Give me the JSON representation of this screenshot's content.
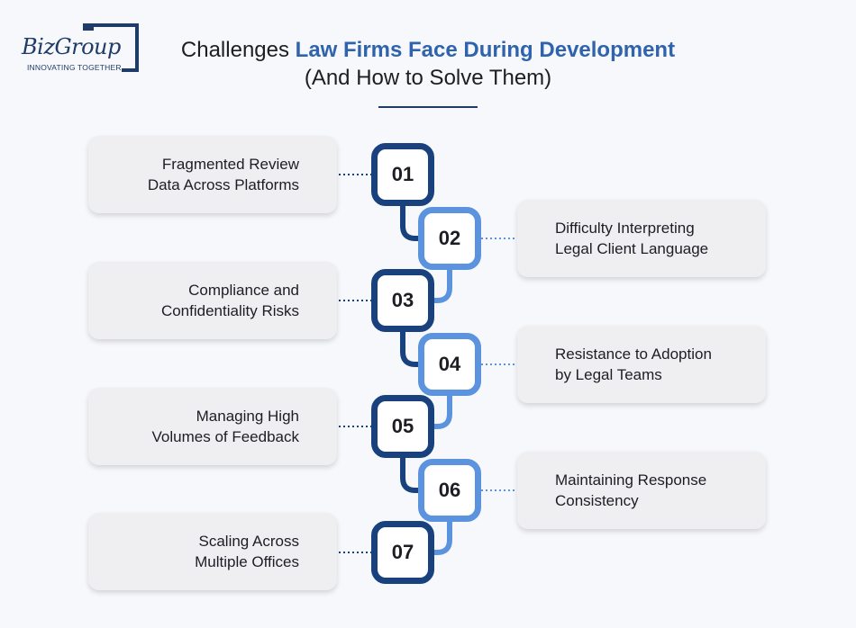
{
  "logo": {
    "name": "BizGroup",
    "tagline": "INNOVATING TOGETHER"
  },
  "title": {
    "part1": "Challenges ",
    "accent": "Law Firms Face During Development",
    "line2": "(And How to Solve Them)"
  },
  "colors": {
    "dark_blue": "#18417e",
    "light_blue": "#5b93df",
    "title_accent": "#2f63ad",
    "card_bg": "#efeff2"
  },
  "steps": [
    {
      "number": "01",
      "side": "left",
      "lines": [
        "Fragmented Review",
        "Data Across Platforms"
      ]
    },
    {
      "number": "02",
      "side": "right",
      "lines": [
        "Difficulty Interpreting",
        "Legal Client Language"
      ]
    },
    {
      "number": "03",
      "side": "left",
      "lines": [
        "Compliance and",
        "Confidentiality Risks"
      ]
    },
    {
      "number": "04",
      "side": "right",
      "lines": [
        "Resistance to Adoption",
        "by Legal Teams"
      ]
    },
    {
      "number": "05",
      "side": "left",
      "lines": [
        "Managing High",
        "Volumes of Feedback"
      ]
    },
    {
      "number": "06",
      "side": "right",
      "lines": [
        "Maintaining Response",
        "Consistency"
      ]
    },
    {
      "number": "07",
      "side": "left",
      "lines": [
        "Scaling Across",
        "Multiple Offices"
      ]
    }
  ]
}
